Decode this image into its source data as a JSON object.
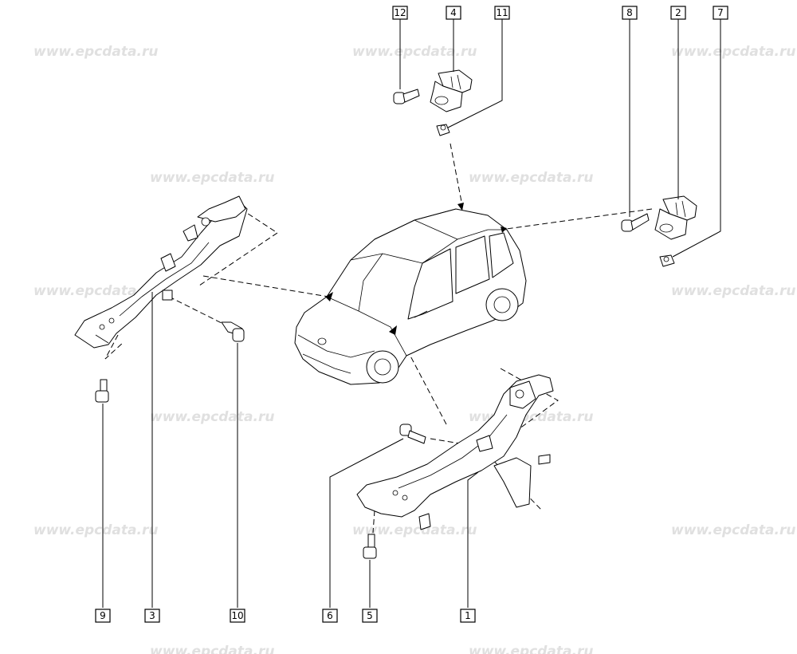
{
  "watermark": "www.epcdata.ru",
  "callouts": [
    {
      "id": "callout-12",
      "label": "12"
    },
    {
      "id": "callout-4",
      "label": "4"
    },
    {
      "id": "callout-11",
      "label": "11"
    },
    {
      "id": "callout-8",
      "label": "8"
    },
    {
      "id": "callout-2",
      "label": "2"
    },
    {
      "id": "callout-7",
      "label": "7"
    },
    {
      "id": "callout-9",
      "label": "9"
    },
    {
      "id": "callout-3",
      "label": "3"
    },
    {
      "id": "callout-10",
      "label": "10"
    },
    {
      "id": "callout-6",
      "label": "6"
    },
    {
      "id": "callout-5",
      "label": "5"
    },
    {
      "id": "callout-1",
      "label": "1"
    }
  ]
}
